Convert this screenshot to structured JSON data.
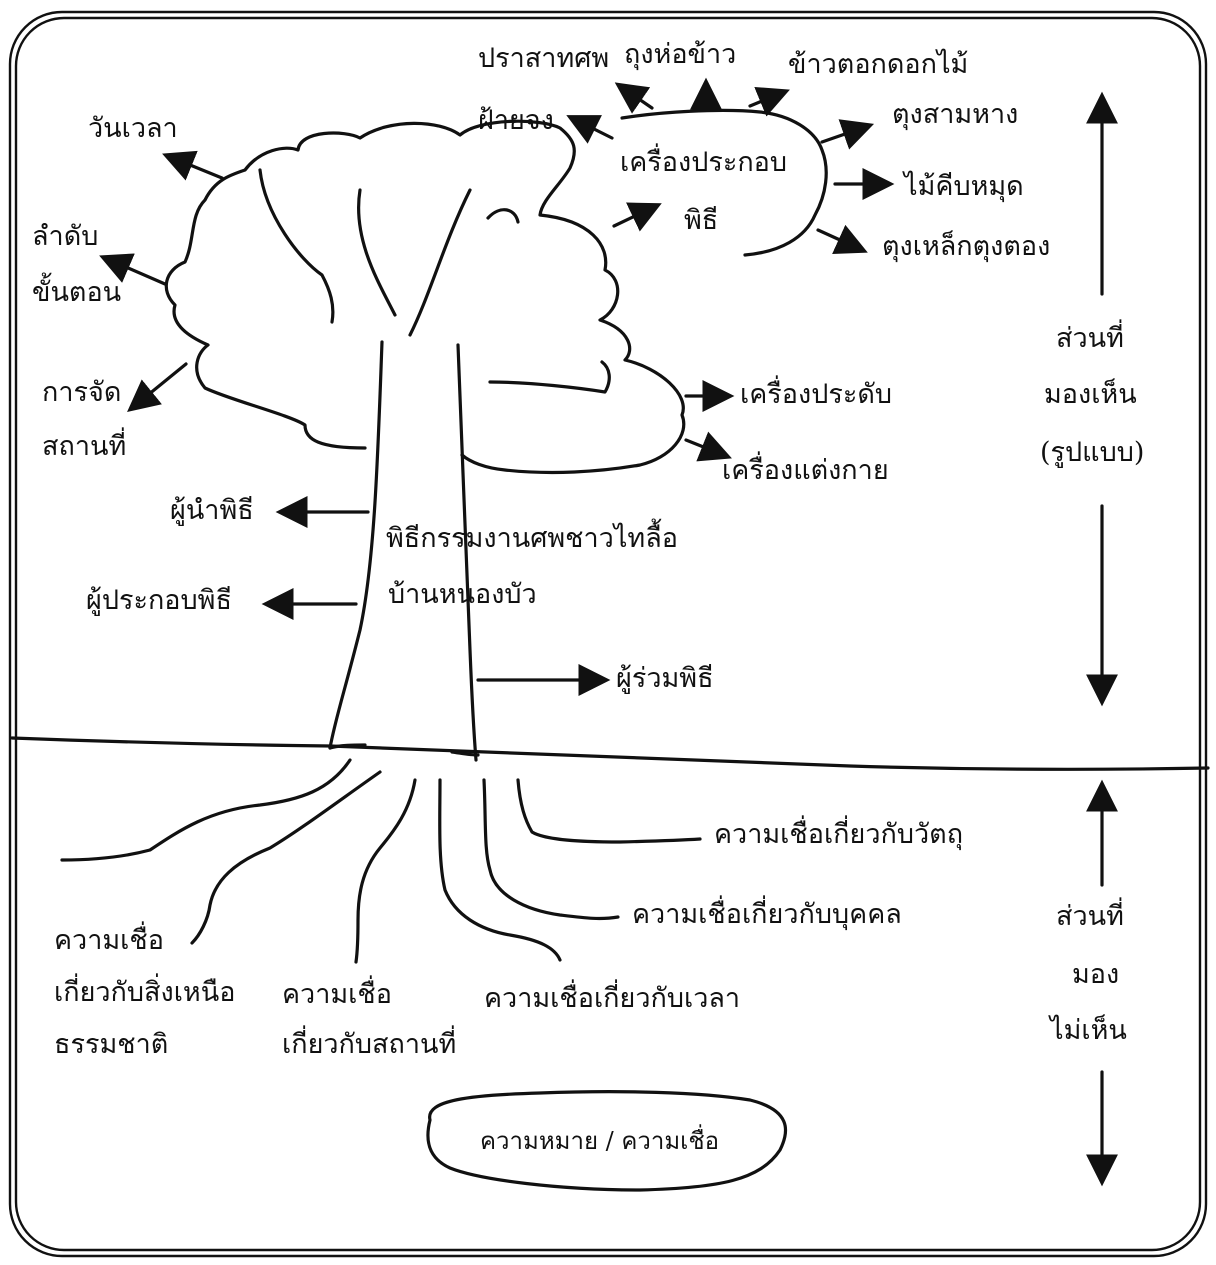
{
  "canopy_items": {
    "prasat_sop": "ปราสาทศพ",
    "tung_ho_khao": "ถุงห่อข้าว",
    "khao_tok_dok_mai": "ข้าวตอกดอกไม้",
    "fai_chong": "ฝ้ายจง",
    "tung_sam_hang": "ตุงสามหาง",
    "mai_khib_mut": "ไม้คีบหมุด",
    "tung_lek_tung_tong": "ตุงเหล็กตุงตอง",
    "khrueang_prakop": "เครื่องประกอบ",
    "phithi": "พิธี",
    "wan_wela": "วันเวลา",
    "lamdap": "ลำดับ",
    "khan_ton": "ขั้นตอน",
    "kan_chat": "การจัด",
    "sathanthi": "สถานที่",
    "khrueang_pradap": "เครื่องประดับ",
    "khrueang_taeng_kai": "เครื่องแต่งกาย"
  },
  "trunk": {
    "title_line1": "พิธีกรรมงานศพชาวไทลื้อ",
    "title_line2": "บ้านหนองบัว",
    "phu_nam_phithi": "ผู้นำพิธี",
    "phu_prakop_phithi": "ผู้ประกอบพิธี",
    "phu_ruam_phithi": "ผู้ร่วมพิธี"
  },
  "roots": {
    "belief_object": "ความเชื่อเกี่ยวกับวัตถุ",
    "belief_person": "ความเชื่อเกี่ยวกับบุคคล",
    "belief_time": "ความเชื่อเกี่ยวกับเวลา",
    "belief_place_l1": "ความเชื่อ",
    "belief_place_l2": "เกี่ยวกับสถานที่",
    "belief_super_l1": "ความเชื่อ",
    "belief_super_l2": "เกี่ยวกับสิ่งเหนือ",
    "belief_super_l3": "ธรรมชาติ",
    "core": "ความหมาย / ความเชื่อ"
  },
  "side": {
    "visible_l1": "ส่วนที่",
    "visible_l2": "มองเห็น",
    "visible_l3": "(รูปแบบ)",
    "invisible_l1": "ส่วนที่",
    "invisible_l2": "มอง",
    "invisible_l3": "ไม่เห็น"
  }
}
